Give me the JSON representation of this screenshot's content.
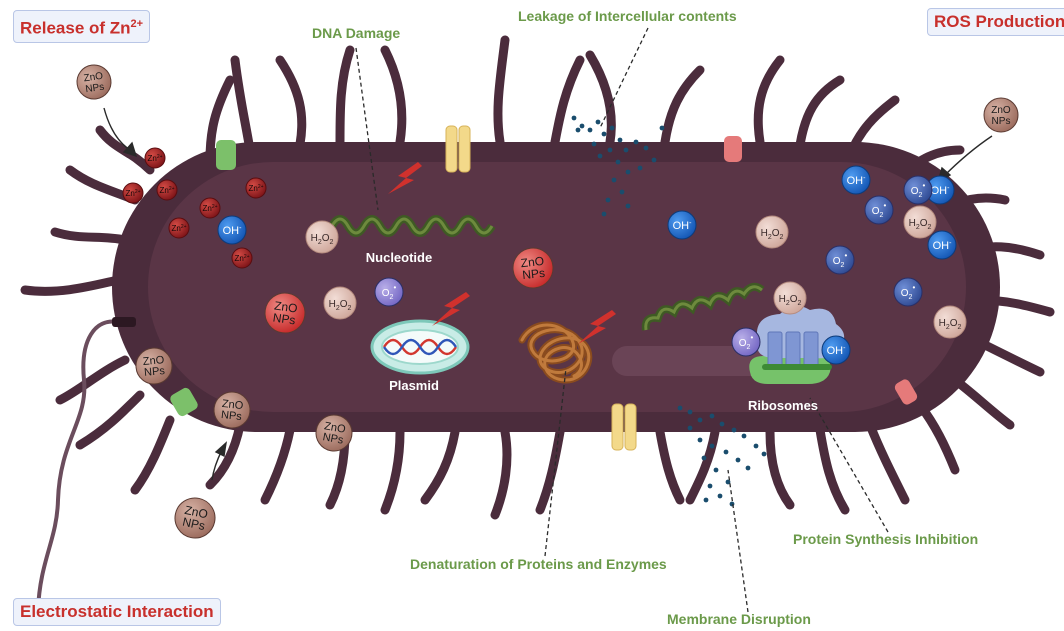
{
  "corners": {
    "release": {
      "main": "Release of Zn",
      "sup": "2+"
    },
    "ros": "ROS Production",
    "electrostatic": "Electrostatic Interaction"
  },
  "labels": {
    "dna_damage": "DNA Damage",
    "leakage": "Leakage of Intercellular contents",
    "denaturation": "Denaturation of Proteins and Enzymes",
    "protein_synthesis": "Protein Synthesis Inhibition",
    "membrane_disruption": "Membrane Disruption",
    "nucleotide": "Nucleotide",
    "plasmid": "Plasmid",
    "ribosomes": "Ribosomes"
  },
  "particles": {
    "zno_line1": "ZnO",
    "zno_line2": "NPs",
    "zn_ion": "Zn",
    "zn_ion_charge": "2+",
    "oh": "OH",
    "oh_charge": "-",
    "h2o2_a": "H",
    "h2o2_sub": "2",
    "h2o2_b": "O",
    "o2": "O",
    "o2_sub": "2",
    "o2_charge": "•"
  },
  "colors": {
    "cell_body": "#4b2c3c",
    "cell_inner": "#5a3546",
    "label_green": "#6b9a4a",
    "corner_red": "#c8302c",
    "zno_brown": "#a9786a",
    "zno_red": "#d93a3a",
    "zn_ion": "#a51e22",
    "oh_blue": "#1f6fd1",
    "o2_purple": "#8b7fd0",
    "o2_dark_blue": "#3c5aa8",
    "h2o2_pink": "#dcb8ae"
  }
}
